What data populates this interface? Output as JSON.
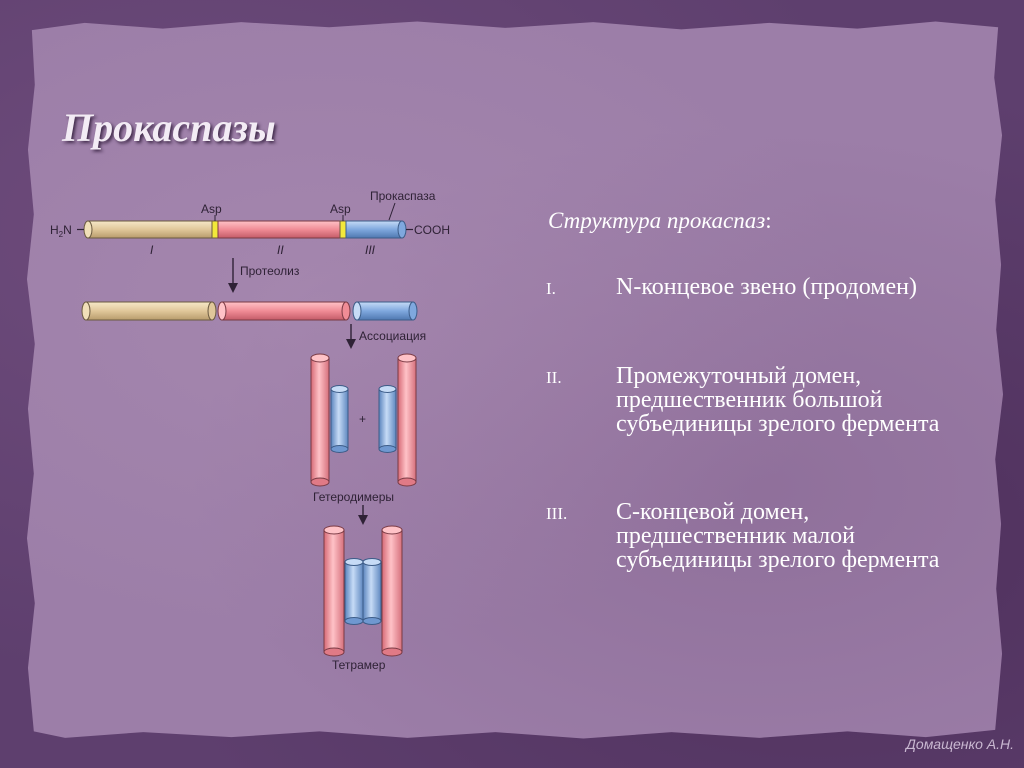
{
  "title": "Прокаспазы",
  "subtitle": "Структура прокаспаз",
  "subtitle_suffix": ":",
  "items": [
    {
      "numeral": "I.",
      "text": "N-концевое звено (продомен)"
    },
    {
      "numeral": "II.",
      "text": "Промежуточный домен, предшественник большой субъединицы зрелого фермента"
    },
    {
      "numeral": "III.",
      "text": "С-концевой домен, предшественник малой субъединицы зрелого фермента"
    }
  ],
  "diagram": {
    "procaspase_label": "Прокаспаза",
    "asp_label_1": "Asp",
    "asp_label_2": "Asp",
    "n_terminus": "H",
    "n_terminus_sub": "2",
    "n_terminus_end": "N",
    "c_terminus": "COOH",
    "domain_1": "I",
    "domain_2": "II",
    "domain_3": "III",
    "step_proteolysis": "Протеолиз",
    "step_association": "Ассоциация",
    "plus_sign": "+",
    "heterodimers_label": "Гетеродимеры",
    "tetramer_label": "Тетрамер",
    "colors": {
      "prodomain": "#e0c79a",
      "large_subunit": "#f08c96",
      "small_subunit": "#7fa8de",
      "asp_site": "#f2e83a"
    }
  },
  "author": "Домащенко А.Н."
}
